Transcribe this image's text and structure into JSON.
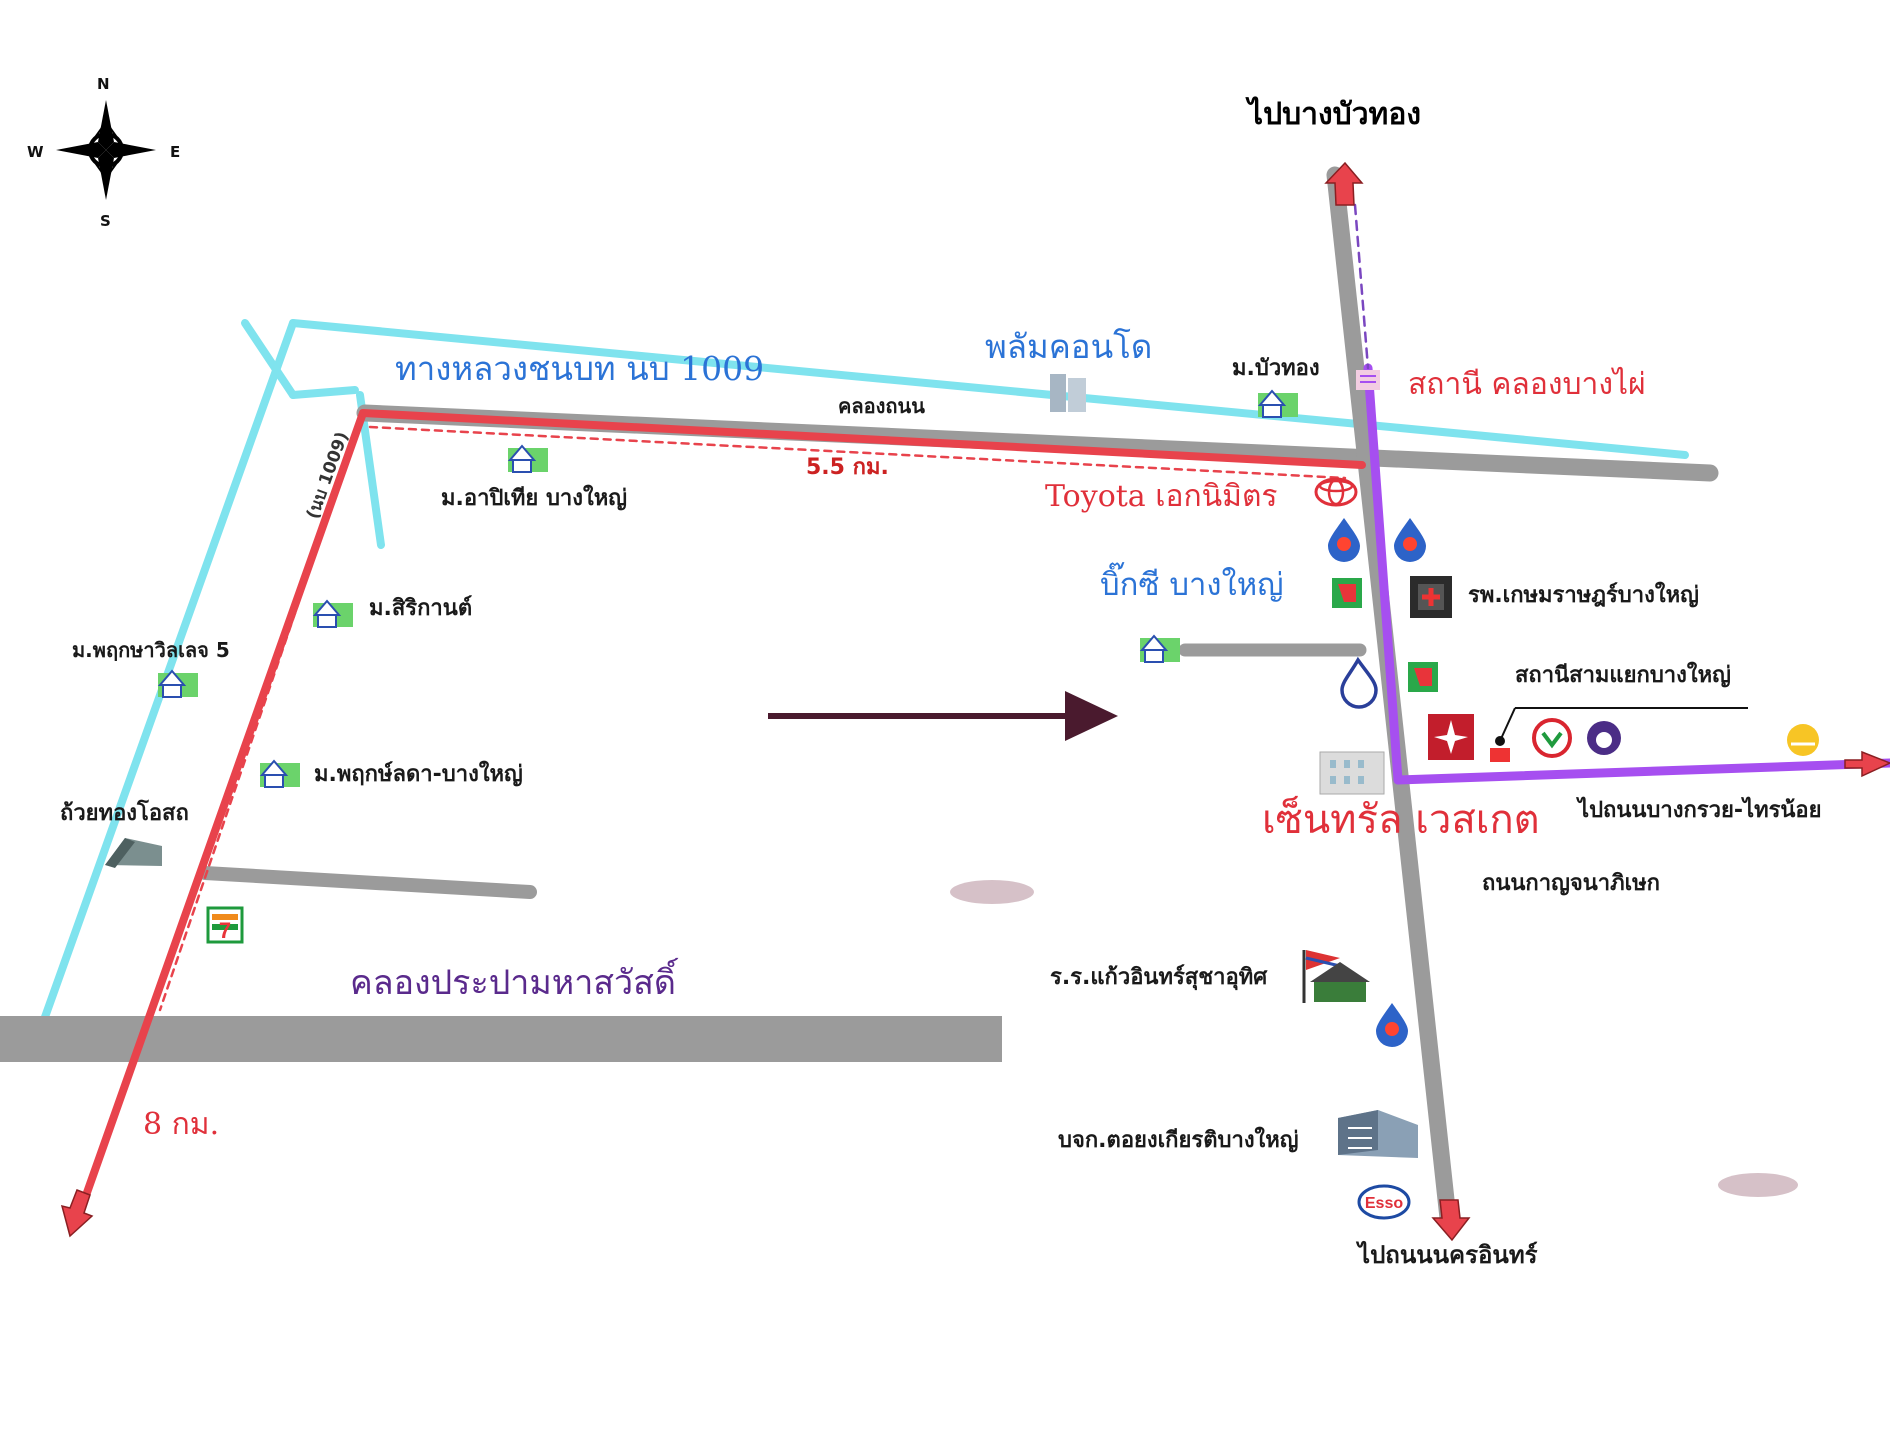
{
  "compass": {
    "n": "N",
    "s": "S",
    "e": "E",
    "w": "W"
  },
  "labels": {
    "to_bang_bua_thong": "ไปบางบัวทอง",
    "palm_condo": "พลัมคอนโด",
    "rural_road": "ทางหลวงชนบท นบ 1009",
    "canal_road": "คลองถนน",
    "mu_bua_thong": "ม.บัวทอง",
    "station_khlong_bang_phai": "สถานี คลองบางไผ่",
    "dist_5_5": "5.5 กม.",
    "mu_arpitia": "ม.อาปิเทีย บางใหญ่",
    "toyota": "Toyota เอกนิมิตร",
    "big_c": "บิ๊กซี บางใหญ่",
    "hospital": "รพ.เกษมราษฎร์บางใหญ่",
    "mu_sirikarn": "ม.สิริกานต์",
    "mu_pruksa_villa": "ม.พฤกษาวิลเลจ 5",
    "station_sam_yaek": "สถานีสามแยกบางใหญ่",
    "mu_pruklada": "ม.พฤกษ์ลดา-บางใหญ่",
    "central_westgate": "เซ็นทรัล เวสเกต",
    "to_bang_kruai": "ไปถนนบางกรวย-ไทรน้อย",
    "tuay_thong": "ถ้วยทองโอสถ",
    "kanchanaphisek": "ถนนกาญจนาภิเษก",
    "canal_prapa": "คลองประปามหาสวัสดิ์",
    "school": "ร.ร.แก้วอินทร์สุชาอุทิศ",
    "company": "บจก.ตอยงเกียรติบางใหญ่",
    "dist_8": "8 กม.",
    "to_nakhon_in": "ไปถนนนครอินทร์",
    "esso": "Esso",
    "seven_eleven": "7",
    "road_1009_vertical": "(นบ 1009)"
  },
  "colors": {
    "road_gray": "#9b9b9b",
    "route_red": "#e8434c",
    "water_cyan": "#7fe3ee",
    "purple_line": "#a64ff0",
    "arrow_dark": "#4a1a2e",
    "label_blue": "#2b73d6",
    "label_red": "#e0303a",
    "label_purple": "#5a2a8c"
  },
  "icons": [
    "compass-icon",
    "house-icon",
    "building-icon",
    "station-icon",
    "toyota-logo-icon",
    "ptt-icon",
    "bigc-icon",
    "hospital-icon",
    "bangchak-icon",
    "kasikorn-icon",
    "scb-icon",
    "krungsri-icon",
    "central-icon",
    "factory-icon",
    "seven-eleven-icon",
    "school-icon",
    "office-icon",
    "esso-icon",
    "arrow-icon"
  ]
}
